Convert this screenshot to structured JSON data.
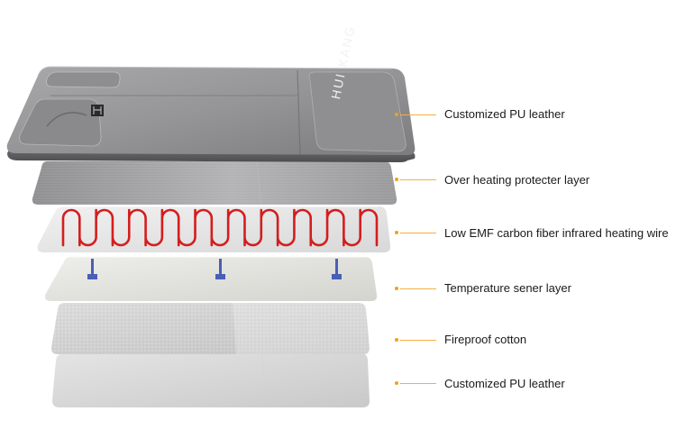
{
  "brand": "HUI KANG",
  "layers": [
    {
      "label": "Customized PU leather",
      "dot_color": "#f0a020"
    },
    {
      "label": "Over heating protecter layer",
      "dot_color": "#f0a020"
    },
    {
      "label": "Low EMF carbon fiber infrared heating wire",
      "dot_color": "#f0a020"
    },
    {
      "label": "Temperature sener layer",
      "dot_color": "#f0a020"
    },
    {
      "label": "Fireproof cotton",
      "dot_color": "#f0a020"
    },
    {
      "label": "Customized PU leather",
      "dot_color": "#f0a020"
    }
  ],
  "colors": {
    "leader_line": "#f2b040",
    "heating_wire": "#d41e1e",
    "sensor": "#4a5fb5",
    "top_leather": "#9a9a9c"
  }
}
